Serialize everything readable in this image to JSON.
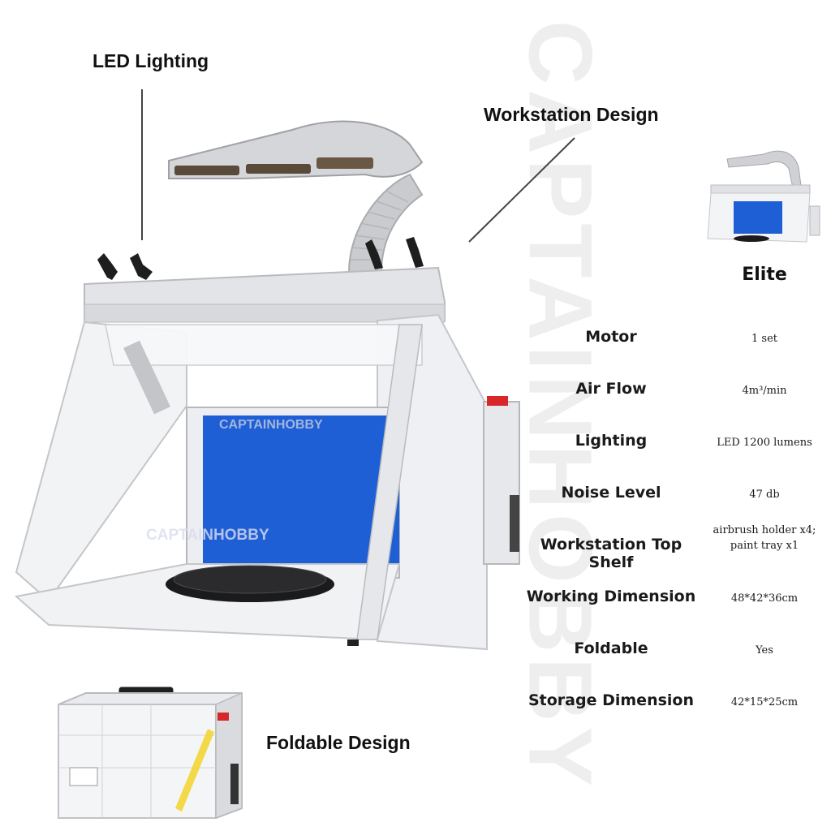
{
  "callouts": {
    "led_lighting": "LED Lighting",
    "workstation_design": "Workstation Design",
    "foldable_design": "Foldable Design"
  },
  "watermark": "CAPTAINHOBBY",
  "product_watermark": "CAPTAINHOBBY",
  "model_name": "Elite",
  "specs": [
    {
      "name": "Motor",
      "value": "1 set"
    },
    {
      "name": "Air Flow",
      "value": "4m³/min"
    },
    {
      "name": "Lighting",
      "value": "LED 1200 lumens"
    },
    {
      "name": "Noise Level",
      "value": "47 db"
    },
    {
      "name": "Workstation Top Shelf",
      "value_line1": "airbrush holder x4;",
      "value_line2": "paint tray x1"
    },
    {
      "name": "Working Dimension",
      "value": "48*42*36cm"
    },
    {
      "name": "Foldable",
      "value": "Yes"
    },
    {
      "name": "Storage Dimension",
      "value": "42*15*25cm"
    }
  ],
  "colors": {
    "filter_blue": "#1f5fd6",
    "cabinet_white": "#f4f5f7",
    "shelf_grey": "#dfe1e4",
    "hose_grey": "#c9cbce",
    "turntable": "#1b1b1d",
    "switch_red": "#d8262a"
  }
}
